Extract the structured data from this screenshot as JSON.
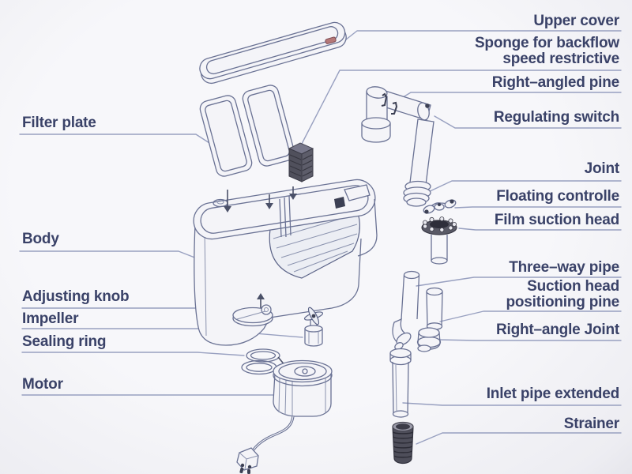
{
  "page": {
    "description": "Exploded-view parts diagram of a hang-on aquarium power filter",
    "background": "#f3f3f7"
  },
  "colors": {
    "label_text": "#3a4268",
    "leader_line": "#98a0c0",
    "outline": "#6a7294",
    "dark_part": "#4e4e58"
  },
  "labels": {
    "right": [
      {
        "id": "upper-cover",
        "text": "Upper cover"
      },
      {
        "id": "sponge",
        "text": "Sponge for backflow\nspeed restrictive"
      },
      {
        "id": "right-angled-pine",
        "text": "Right–angled pine"
      },
      {
        "id": "regulating-switch",
        "text": "Regulating switch"
      },
      {
        "id": "joint",
        "text": "Joint"
      },
      {
        "id": "floating-controlle",
        "text": "Floating controlle"
      },
      {
        "id": "film-suction-head",
        "text": "Film suction head"
      },
      {
        "id": "three-way-pipe",
        "text": "Three–way pipe"
      },
      {
        "id": "suction-head-positioning-pine",
        "text": "Suction head\npositioning pine"
      },
      {
        "id": "right-angle-joint",
        "text": "Right–angle Joint"
      },
      {
        "id": "inlet-pipe-extended",
        "text": "Inlet pipe extended"
      },
      {
        "id": "strainer",
        "text": "Strainer"
      }
    ],
    "left": [
      {
        "id": "filter-plate",
        "text": "Filter plate"
      },
      {
        "id": "body",
        "text": "Body"
      },
      {
        "id": "adjusting-knob",
        "text": "Adjusting knob"
      },
      {
        "id": "impeller",
        "text": "Impeller"
      },
      {
        "id": "sealing-ring",
        "text": "Sealing ring"
      },
      {
        "id": "motor",
        "text": "Motor"
      }
    ]
  }
}
